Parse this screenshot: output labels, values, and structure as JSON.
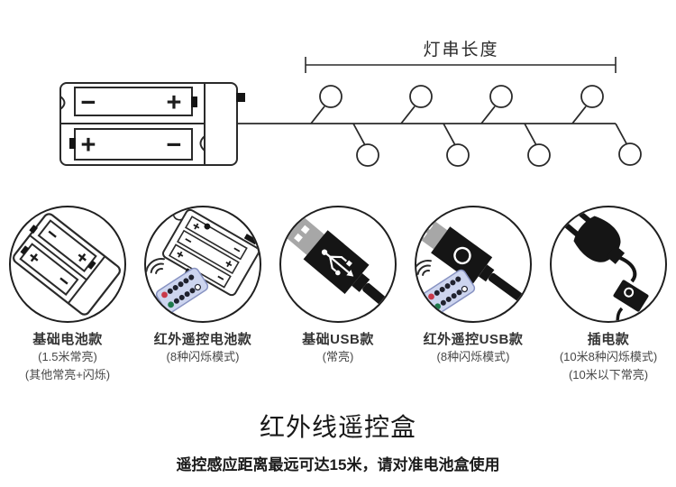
{
  "top_diagram": {
    "string_length_label": "灯串长度",
    "polarity": {
      "slot1_left": "−",
      "slot1_right": "+",
      "slot2_left": "+",
      "slot2_right": "−"
    }
  },
  "variants": [
    {
      "icon": "battery-box-icon",
      "title": "基础电池款",
      "notes": [
        "(1.5米常亮)",
        "(其他常亮+闪烁)"
      ]
    },
    {
      "icon": "remote-battery-box-icon",
      "title": "红外遥控电池款",
      "notes": [
        "(8种闪烁模式)"
      ]
    },
    {
      "icon": "usb-plug-icon",
      "title": "基础USB款",
      "notes": [
        "(常亮)"
      ]
    },
    {
      "icon": "remote-usb-plug-icon",
      "title": "红外遥控USB款",
      "notes": [
        "(8种闪烁模式)"
      ]
    },
    {
      "icon": "power-plug-icon",
      "title": "插电款",
      "notes": [
        "(10米8种闪烁模式)",
        "(10米以下常亮)"
      ]
    }
  ],
  "footer": {
    "title": "红外线遥控盒",
    "subtitle": "遥控感应距离最远可达15米，请对准电池盒使用"
  },
  "colors": {
    "line_art": "#2a2a2a",
    "black_fill": "#151515",
    "usb_metal": "#a7a7a7",
    "remote_body": "#cdd5ef",
    "remote_border": "#8893c2",
    "remote_red_button": "#c9394a",
    "remote_green_button": "#1e7a4b"
  }
}
